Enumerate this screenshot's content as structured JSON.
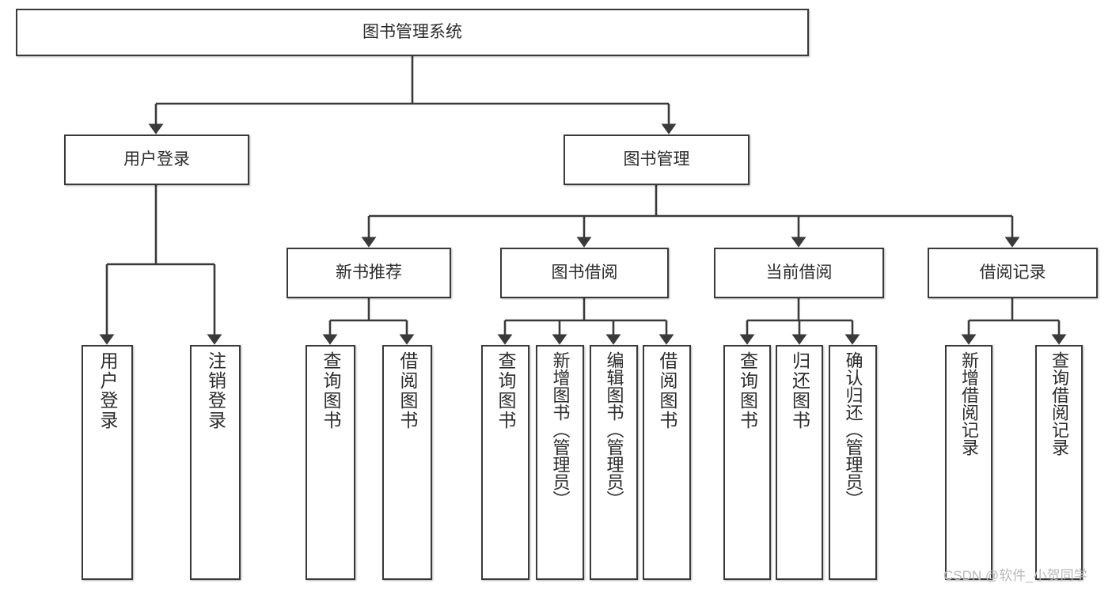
{
  "diagram": {
    "title": "图书管理系统",
    "type": "tree-hierarchy",
    "root": {
      "id": "root",
      "label": "图书管理系统"
    },
    "level1": [
      {
        "id": "user-login",
        "label": "用户登录"
      },
      {
        "id": "book-manage",
        "label": "图书管理"
      }
    ],
    "level2": [
      {
        "id": "new-book-recommend",
        "label": "新书推荐",
        "parent": "book-manage"
      },
      {
        "id": "book-borrow",
        "label": "图书借阅",
        "parent": "book-manage"
      },
      {
        "id": "current-borrow",
        "label": "当前借阅",
        "parent": "book-manage"
      },
      {
        "id": "borrow-record",
        "label": "借阅记录",
        "parent": "book-manage"
      }
    ],
    "leaves": [
      {
        "id": "leaf-user-login",
        "label": "用户登录",
        "parent": "user-login"
      },
      {
        "id": "leaf-user-logout",
        "label": "注销登录",
        "parent": "user-login"
      },
      {
        "id": "leaf-query-book-1",
        "label": "查询图书",
        "parent": "new-book-recommend"
      },
      {
        "id": "leaf-borrow-book-1",
        "label": "借阅图书",
        "parent": "new-book-recommend"
      },
      {
        "id": "leaf-query-book-2",
        "label": "查询图书",
        "parent": "book-borrow"
      },
      {
        "id": "leaf-add-book",
        "label": "新增图书（管理员）",
        "parent": "book-borrow"
      },
      {
        "id": "leaf-edit-book",
        "label": "编辑图书（管理员）",
        "parent": "book-borrow"
      },
      {
        "id": "leaf-borrow-book-2",
        "label": "借阅图书",
        "parent": "book-borrow"
      },
      {
        "id": "leaf-query-book-3",
        "label": "查询图书",
        "parent": "current-borrow"
      },
      {
        "id": "leaf-return-book",
        "label": "归还图书",
        "parent": "current-borrow"
      },
      {
        "id": "leaf-confirm-return",
        "label": "确认归还（管理员）",
        "parent": "current-borrow"
      },
      {
        "id": "leaf-add-record",
        "label": "新增借阅记录",
        "parent": "borrow-record"
      },
      {
        "id": "leaf-query-record",
        "label": "查询借阅记录",
        "parent": "borrow-record"
      }
    ],
    "watermark": "CSDN @软件_小贺同学",
    "colors": {
      "border": "#3a3a3a",
      "text": "#2b2b2b",
      "background": "#ffffff",
      "connector": "#3a3a3a",
      "watermark": "#b9b9b9"
    }
  }
}
